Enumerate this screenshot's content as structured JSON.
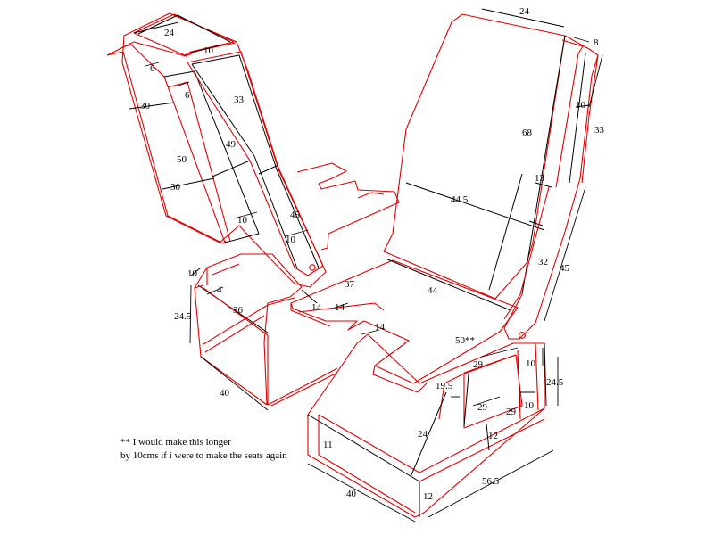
{
  "diagram": {
    "colors": {
      "outline": "#e00000",
      "edge": "#000000",
      "background": "#ffffff"
    },
    "labels": {
      "left_back_top_width": "24",
      "left_back_bolster_top": "10",
      "left_back_face_height": "33",
      "left_back_6a": "6",
      "left_back_6b": "6",
      "left_back_30a": "30",
      "left_back_50": "50",
      "left_back_30b": "30",
      "left_back_49": "49",
      "left_back_10_bottom": "10",
      "left_back_45": "45",
      "left_back_10_post": "10",
      "left_base_10": "10",
      "left_base_4": "4",
      "left_base_36": "36",
      "left_base_24_5": "24.5",
      "left_base_40": "40",
      "center_37": "37",
      "center_14a": "14",
      "center_14b": "14",
      "center_14c": "14",
      "center_44": "44",
      "right_back_top_width": "24",
      "right_back_8": "8",
      "right_back_10": "10",
      "right_back_33": "33",
      "right_back_68": "68",
      "right_back_13": "13",
      "right_back_44_5": "44.5",
      "right_back_32": "32",
      "right_back_45": "45",
      "seat_50": "50**",
      "right_base_29a": "29",
      "right_base_10a": "10",
      "right_base_24_5": "24.5",
      "right_base_19_5": "19.5",
      "right_base_29b": "29",
      "right_base_29c": "29",
      "right_base_10b": "10",
      "right_base_12a": "12",
      "right_base_24": "24",
      "right_base_11": "11",
      "right_base_12b": "12",
      "right_base_56_5": "56.5",
      "right_base_40": "40"
    },
    "note": {
      "line1": "** I would make this longer",
      "line2": "by 10cms if i were to make the seats again"
    }
  }
}
